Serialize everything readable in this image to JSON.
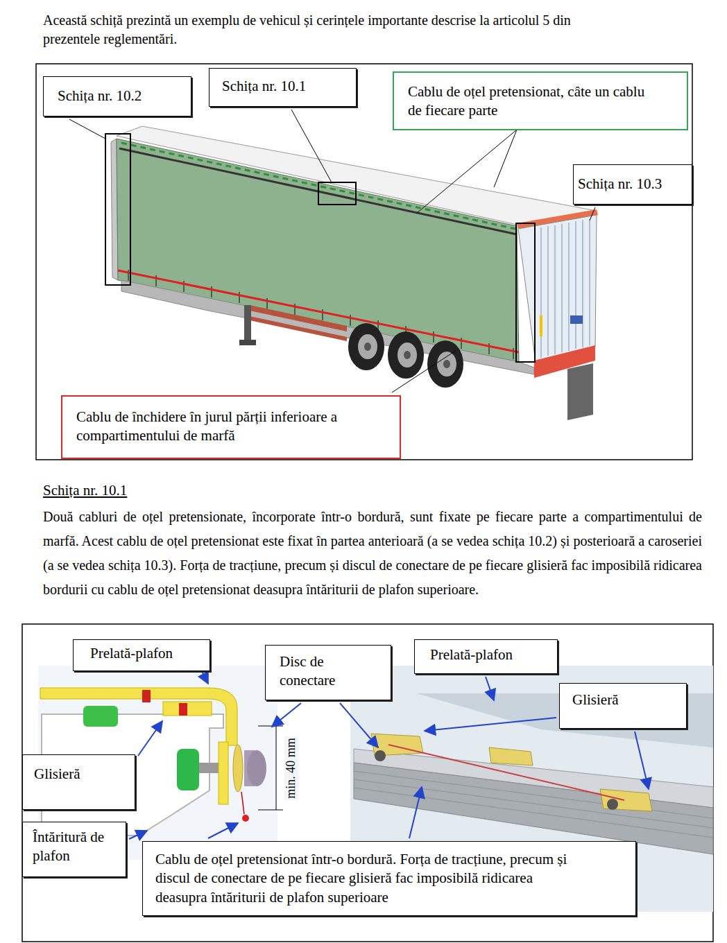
{
  "diagram": {
    "nodes": [
      {
        "text": [
          "Schița nr. 10.2"
        ]
      },
      {
        "text": [
          "Schița nr. 10.1"
        ]
      },
      {
        "text": [
          "Cablu de oțel pretensionat, câte un cablu de fiecare parte"
        ]
      },
      {
        "text": [
          "Schița nr. 10.3"
        ]
      },
      {
        "text": [
          "Cablu de închidere în jurul părții inferioare a compartimentului de marfă"
        ]
      },
      {
        "text": [
          "Prelată-plafon"
        ]
      },
      {
        "text": [
          "Disc de conectare"
        ]
      },
      {
        "text": [
          "Prelată-plafon"
        ]
      },
      {
        "text": [
          "Glisieră"
        ]
      },
      {
        "text": [
          "Glisieră"
        ]
      },
      {
        "text": [
          "Întăritură de plafon"
        ]
      },
      {
        "text": [
          "Cablu de oțel pretensionat într-o bordură. Forța de tracțiune, precum și discul de conectare de pe fiecare glisieră fac imposibilă ridicarea deasupra întăriturii de plafon superioare"
        ]
      }
    ],
    "labels": [
      "Această schiță prezintă un exemplu de vehicul și cerințele importante descrise la articolul 5 din prezentele reglementări.",
      "Schița nr. 10.1",
      "Două cabluri de oțel pretensionate, încorporate într-o bordură, sunt fixate pe fiecare parte a compartimentului de marfă. Acest cablu de oțel pretensionat este fixat în partea anterioară (a se vedea schița 10.2) și posterioară a caroseriei (a se vedea schița 10.3). Forța de tracțiune, precum și discul de conectare de pe fiecare glisieră fac imposibilă ridicarea bordurii cu cablu de oțel pretensionat deasupra întăriturii de plafon superioare.",
      "min. 40 mm"
    ]
  }
}
